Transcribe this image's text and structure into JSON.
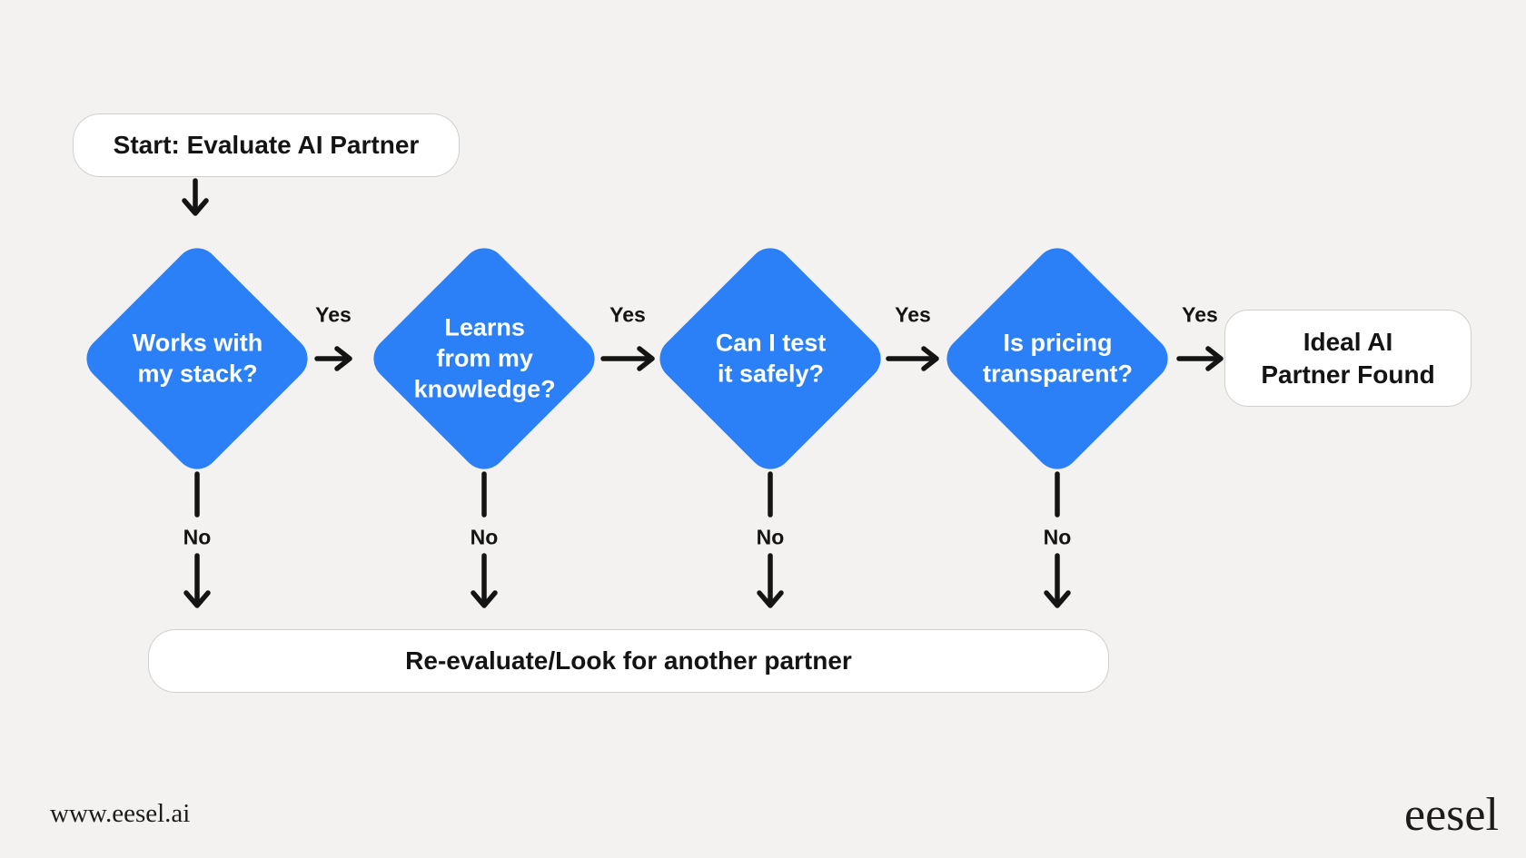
{
  "colors": {
    "background": "#f4f2f0",
    "decision_blue": "#2b80f8",
    "ink_black": "#141414",
    "box_fill": "#ffffff",
    "box_border": "#d2d0cc"
  },
  "flow": {
    "start_label": "Start: Evaluate AI Partner",
    "decisions": [
      {
        "question": "Works with\nmy stack?",
        "yes": "Yes",
        "no": "No"
      },
      {
        "question": "Learns\nfrom my\nknowledge?",
        "yes": "Yes",
        "no": "No"
      },
      {
        "question": "Can I test\nit safely?",
        "yes": "Yes",
        "no": "No"
      },
      {
        "question": "Is pricing\ntransparent?",
        "yes": "Yes",
        "no": "No"
      }
    ],
    "success_label": "Ideal AI\nPartner Found",
    "reevaluate_label": "Re-evaluate/Look for another partner"
  },
  "footer": {
    "website": "www.eesel.ai",
    "brand": "eesel"
  }
}
